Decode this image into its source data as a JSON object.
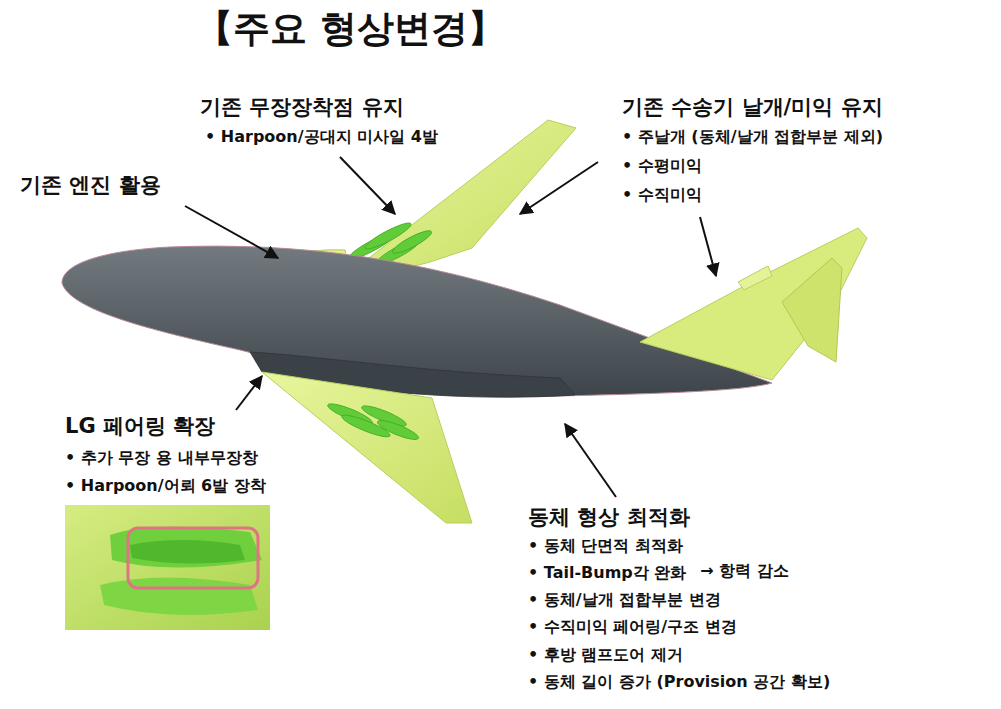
{
  "diagram": {
    "title": "【주요 형상변경】",
    "labels": [
      "기존 무장장착점 유지",
      "• Harpoon/공대지 미사일 4발",
      "기존 엔진 활용",
      "기존 수송기 날개/미익 유지",
      "• 주날개 (동체/날개 접합부분 제외)",
      "• 수평미익",
      "• 수직미익",
      "LG 페어링 확장",
      "• 추가 무장 용 내부무장창",
      "• Harpoon/어뢰 6발 장착",
      "동체 형상 최적화",
      "• 동체 단면적 최적화",
      "• Tail-Bump각 완화",
      "→ 항력 감소",
      "• 동체/날개 접합부분 변경",
      "• 수직미익 페어링/구조 변경",
      "• 후방 램프도어 제거",
      "• 동체 길이 증가 (Provision 공간 확보)"
    ]
  }
}
